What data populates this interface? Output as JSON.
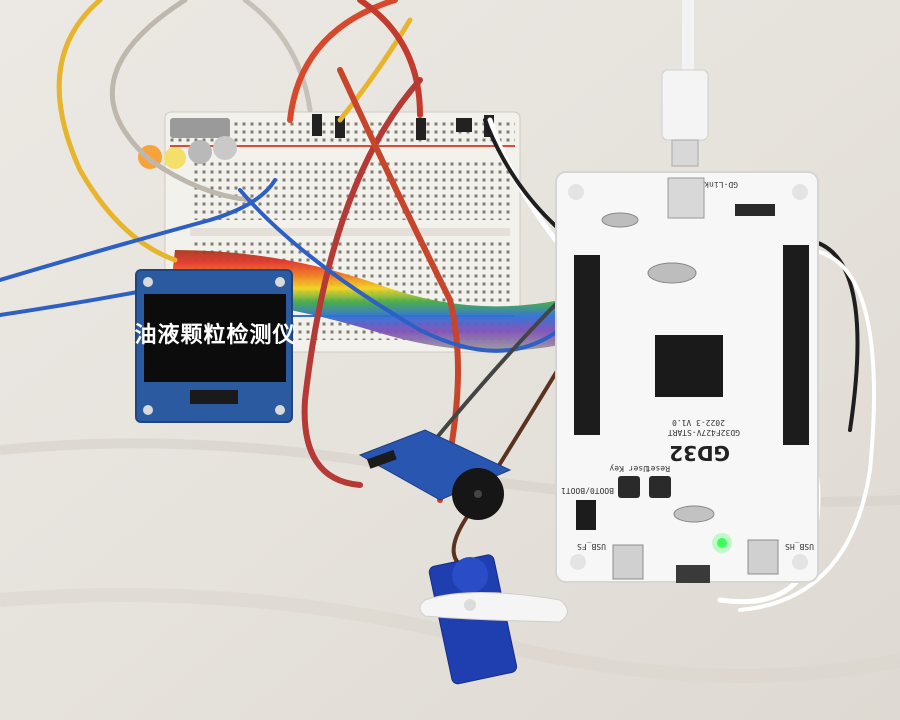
{
  "oled": {
    "text": "油液颗粒检测仪"
  },
  "mcu_board": {
    "logo": "GD32",
    "model": "GD32F427V-START",
    "version": "2022-3 V1.0",
    "labels": {
      "user_key": "User Key",
      "reset": "Reset",
      "usb_fs": "USB_FS",
      "usb_hs": "USB_HS",
      "boot": "BOOT0/BOOT1",
      "gd_link": "GD-Link"
    }
  },
  "colors": {
    "cloth": "#e9e5df",
    "oled_pcb": "#2c5aa0",
    "board": "#f7f7f7",
    "led_green": "#3cff5a",
    "servo": "#1f3fb0"
  }
}
